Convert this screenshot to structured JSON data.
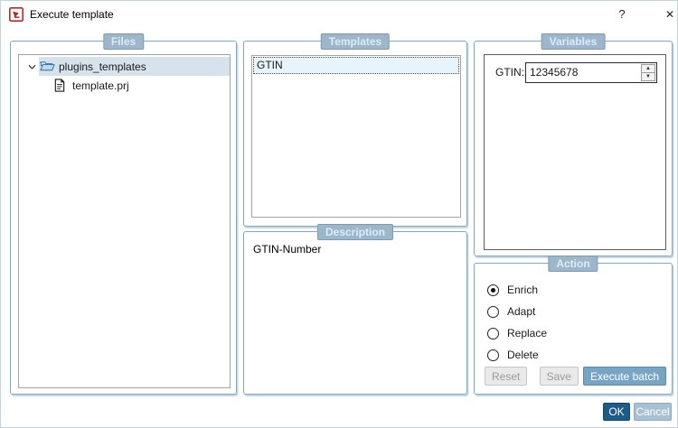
{
  "window": {
    "title": "Execute template",
    "help_label": "?",
    "close_label": "✕"
  },
  "groups": {
    "files_label": "Files",
    "templates_label": "Templates",
    "variables_label": "Variables",
    "description_label": "Description",
    "action_label": "Action"
  },
  "files": {
    "items": [
      {
        "name": "plugins_templates",
        "type": "folder",
        "expanded": true,
        "selected": true
      },
      {
        "name": "template.prj",
        "type": "file",
        "selected": false
      }
    ]
  },
  "templates": {
    "items": [
      {
        "name": "GTIN",
        "selected": true
      }
    ]
  },
  "variables": {
    "fields": [
      {
        "label": "GTIN:",
        "value": "12345678"
      }
    ],
    "spin_up": "▲",
    "spin_down": "▼"
  },
  "description": {
    "text": "GTIN-Number"
  },
  "action": {
    "options": [
      {
        "label": "Enrich",
        "selected": true
      },
      {
        "label": "Adapt",
        "selected": false
      },
      {
        "label": "Replace",
        "selected": false
      },
      {
        "label": "Delete",
        "selected": false
      }
    ],
    "buttons": {
      "reset": "Reset",
      "save": "Save",
      "execute": "Execute batch"
    }
  },
  "footer": {
    "ok": "OK",
    "cancel": "Cancel"
  },
  "colors": {
    "group_border": "#7fa9cb",
    "badge_bg": "#9db6c9",
    "badge_text": "#d9edfc",
    "tree_selection": "#d6e2ec",
    "list_selection": "#e8f4fc",
    "ok_bg": "#1d5c86",
    "cancel_bg": "#a9c0d3",
    "execute_bg": "#79a5c4",
    "app_icon_red": "#b3282d"
  }
}
